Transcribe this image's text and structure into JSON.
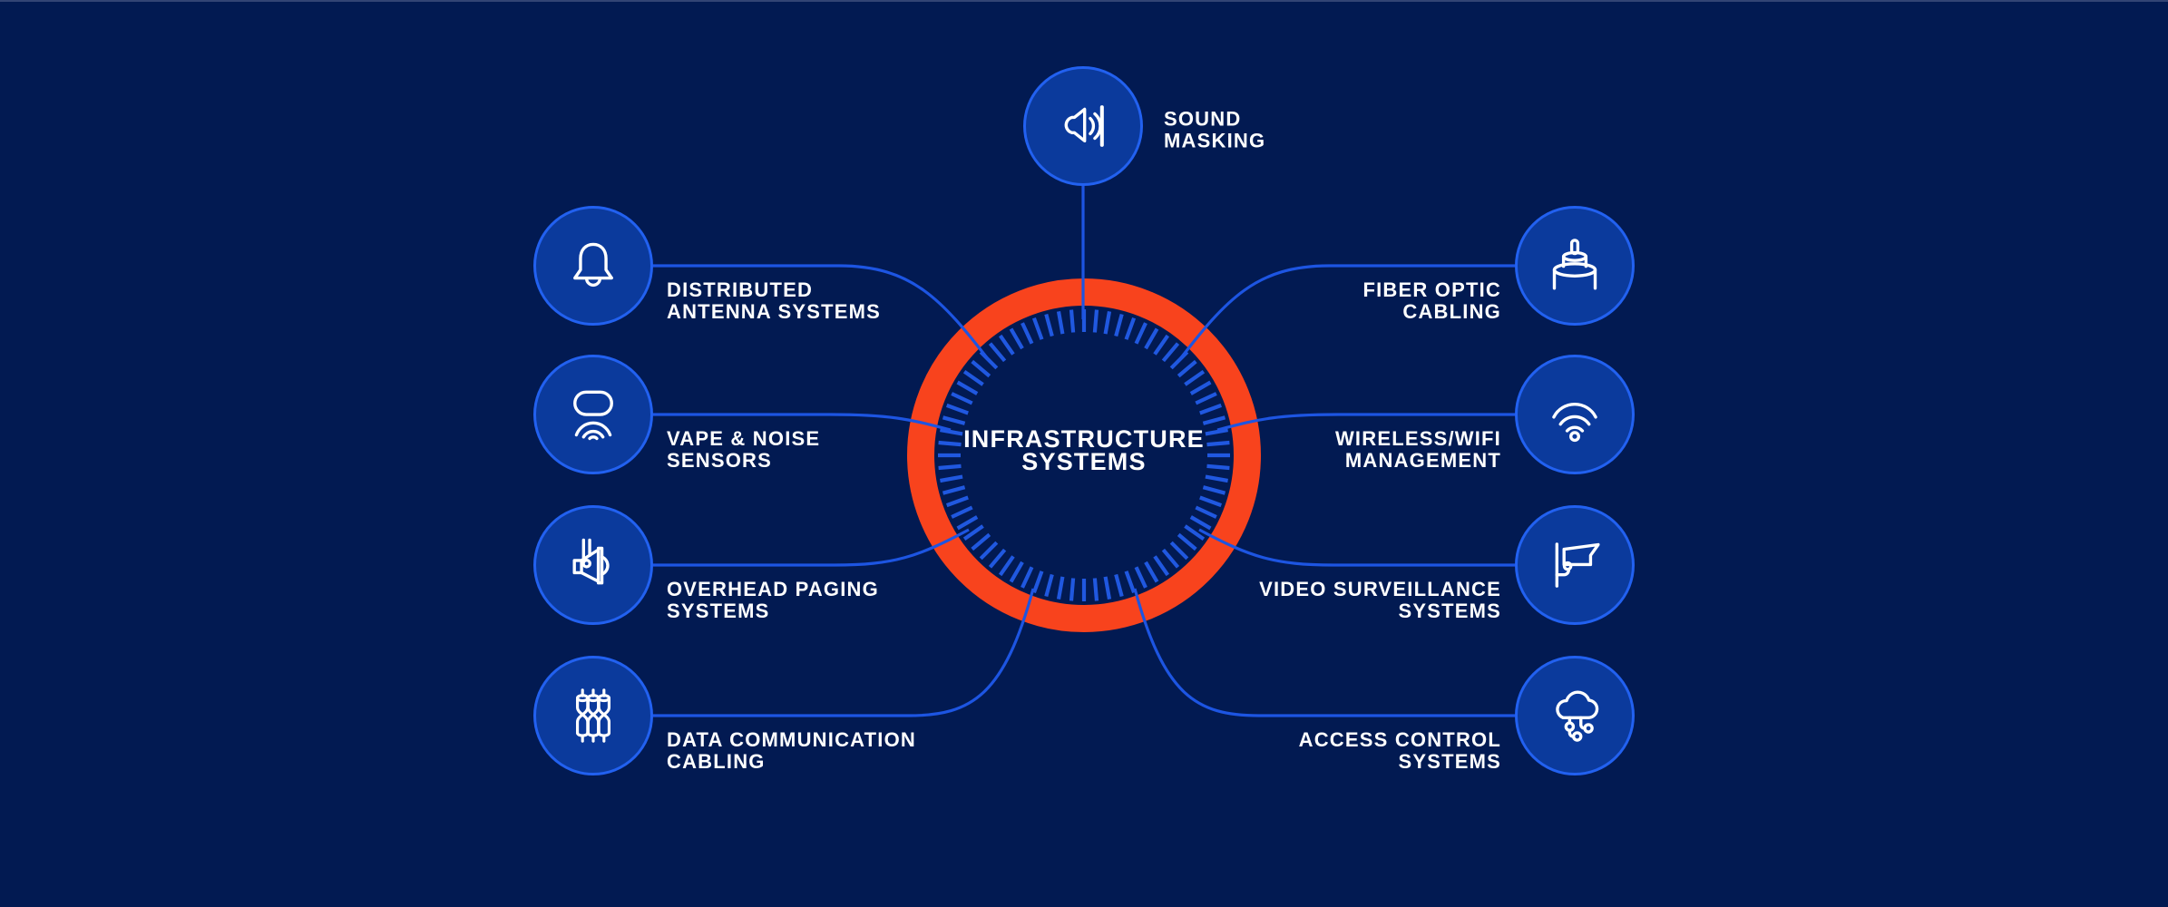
{
  "title": "Infrastructure systems diagram",
  "colors": {
    "background": "#021a52",
    "node_fill": "#0b3a9c",
    "node_border": "#2261f0",
    "connector": "#1d55e2",
    "tick": "#2058e0",
    "ring": "#f8431d",
    "text": "#ffffff"
  },
  "center": {
    "label": [
      "INFRASTRUCTURE",
      "SYSTEMS"
    ]
  },
  "nodes": {
    "top": {
      "label": [
        "SOUND",
        "MASKING"
      ],
      "icon": "speaker-wave-icon"
    },
    "left": [
      {
        "label": [
          "DISTRIBUTED",
          "ANTENNA SYSTEMS"
        ],
        "icon": "bell-icon"
      },
      {
        "label": [
          "VAPE & NOISE",
          "SENSORS"
        ],
        "icon": "sensor-waves-icon"
      },
      {
        "label": [
          "OVERHEAD PAGING",
          "SYSTEMS"
        ],
        "icon": "paging-horn-icon"
      },
      {
        "label": [
          "DATA COMMUNICATION",
          "CABLING"
        ],
        "icon": "twisted-pair-cables-icon"
      }
    ],
    "right": [
      {
        "label": [
          "FIBER OPTIC",
          "CABLING"
        ],
        "icon": "fiber-optic-cable-icon"
      },
      {
        "label": [
          "WIRELESS/WIFI",
          "MANAGEMENT"
        ],
        "icon": "wifi-icon"
      },
      {
        "label": [
          "VIDEO SURVEILLANCE",
          "SYSTEMS"
        ],
        "icon": "cctv-camera-icon"
      },
      {
        "label": [
          "ACCESS CONTROL",
          "SYSTEMS"
        ],
        "icon": "cloud-network-icon"
      }
    ]
  }
}
